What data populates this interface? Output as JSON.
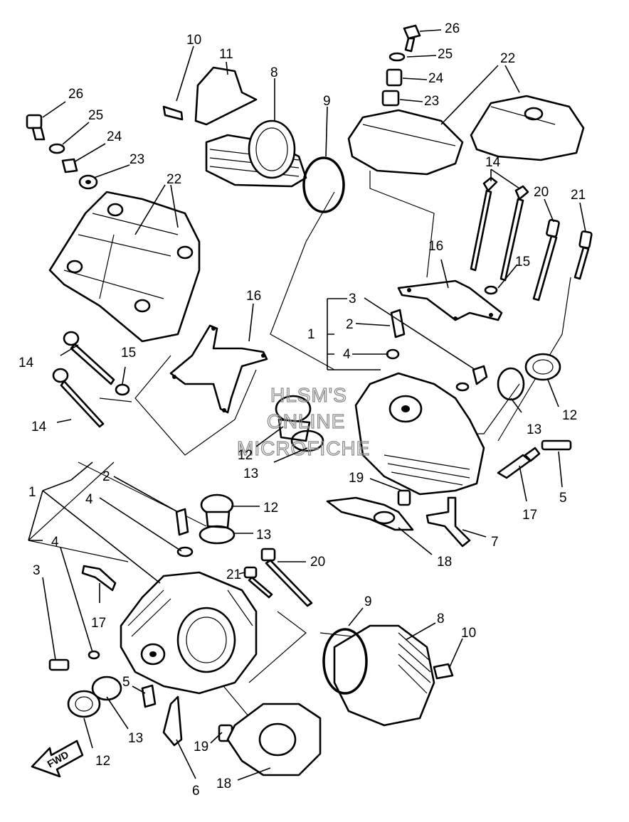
{
  "watermark": {
    "line1": "HLSM'S",
    "line2": "ONLINE",
    "line3": "MICROFICHE"
  },
  "direction_label": "FWD",
  "callouts": [
    {
      "id": "c26a",
      "text": "26"
    },
    {
      "id": "c25a",
      "text": "25"
    },
    {
      "id": "c24a",
      "text": "24"
    },
    {
      "id": "c23a",
      "text": "23"
    },
    {
      "id": "c22a",
      "text": "22"
    },
    {
      "id": "c10a",
      "text": "10"
    },
    {
      "id": "c11a",
      "text": "11"
    },
    {
      "id": "c8a",
      "text": "8"
    },
    {
      "id": "c9a",
      "text": "9"
    },
    {
      "id": "c26b",
      "text": "26"
    },
    {
      "id": "c25b",
      "text": "25"
    },
    {
      "id": "c24b",
      "text": "24"
    },
    {
      "id": "c23b",
      "text": "23"
    },
    {
      "id": "c22b",
      "text": "22"
    },
    {
      "id": "c14a",
      "text": "14"
    },
    {
      "id": "c20a",
      "text": "20"
    },
    {
      "id": "c21a",
      "text": "21"
    },
    {
      "id": "c16a",
      "text": "16"
    },
    {
      "id": "c15a",
      "text": "15"
    },
    {
      "id": "c3a",
      "text": "3"
    },
    {
      "id": "c2a",
      "text": "2"
    },
    {
      "id": "c1a",
      "text": "1"
    },
    {
      "id": "c4a",
      "text": "4"
    },
    {
      "id": "c13a",
      "text": "13"
    },
    {
      "id": "c12a",
      "text": "12"
    },
    {
      "id": "c16b",
      "text": "16"
    },
    {
      "id": "c14b",
      "text": "14"
    },
    {
      "id": "c15b",
      "text": "15"
    },
    {
      "id": "c14c",
      "text": "14"
    },
    {
      "id": "c12b",
      "text": "12"
    },
    {
      "id": "c13b",
      "text": "13"
    },
    {
      "id": "c5a",
      "text": "5"
    },
    {
      "id": "c17a",
      "text": "17"
    },
    {
      "id": "c19a",
      "text": "19"
    },
    {
      "id": "c7a",
      "text": "7"
    },
    {
      "id": "c18a",
      "text": "18"
    },
    {
      "id": "c2b",
      "text": "2"
    },
    {
      "id": "c1b",
      "text": "1"
    },
    {
      "id": "c4b",
      "text": "4"
    },
    {
      "id": "c12c",
      "text": "12"
    },
    {
      "id": "c13c",
      "text": "13"
    },
    {
      "id": "c20b",
      "text": "20"
    },
    {
      "id": "c21b",
      "text": "21"
    },
    {
      "id": "c4c",
      "text": "4"
    },
    {
      "id": "c3b",
      "text": "3"
    },
    {
      "id": "c17b",
      "text": "17"
    },
    {
      "id": "c9b",
      "text": "9"
    },
    {
      "id": "c8b",
      "text": "8"
    },
    {
      "id": "c10b",
      "text": "10"
    },
    {
      "id": "c5b",
      "text": "5"
    },
    {
      "id": "c13d",
      "text": "13"
    },
    {
      "id": "c12d",
      "text": "12"
    },
    {
      "id": "c19b",
      "text": "19"
    },
    {
      "id": "c6a",
      "text": "6"
    },
    {
      "id": "c18b",
      "text": "18"
    }
  ]
}
